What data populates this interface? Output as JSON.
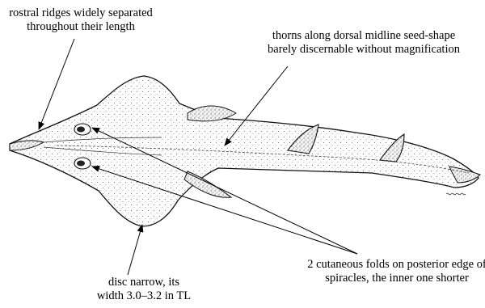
{
  "labels": {
    "rostral": [
      "rostral ridges widely separated",
      "throughout their length"
    ],
    "thorns": [
      "thorns along dorsal midline seed-shape",
      "barely discernable without magnification"
    ],
    "folds": [
      "2 cutaneous folds on posterior edge of",
      "spiracles, the inner one shorter"
    ],
    "disc": [
      "disc narrow, its",
      "width 3.0–3.2 in TL"
    ]
  }
}
